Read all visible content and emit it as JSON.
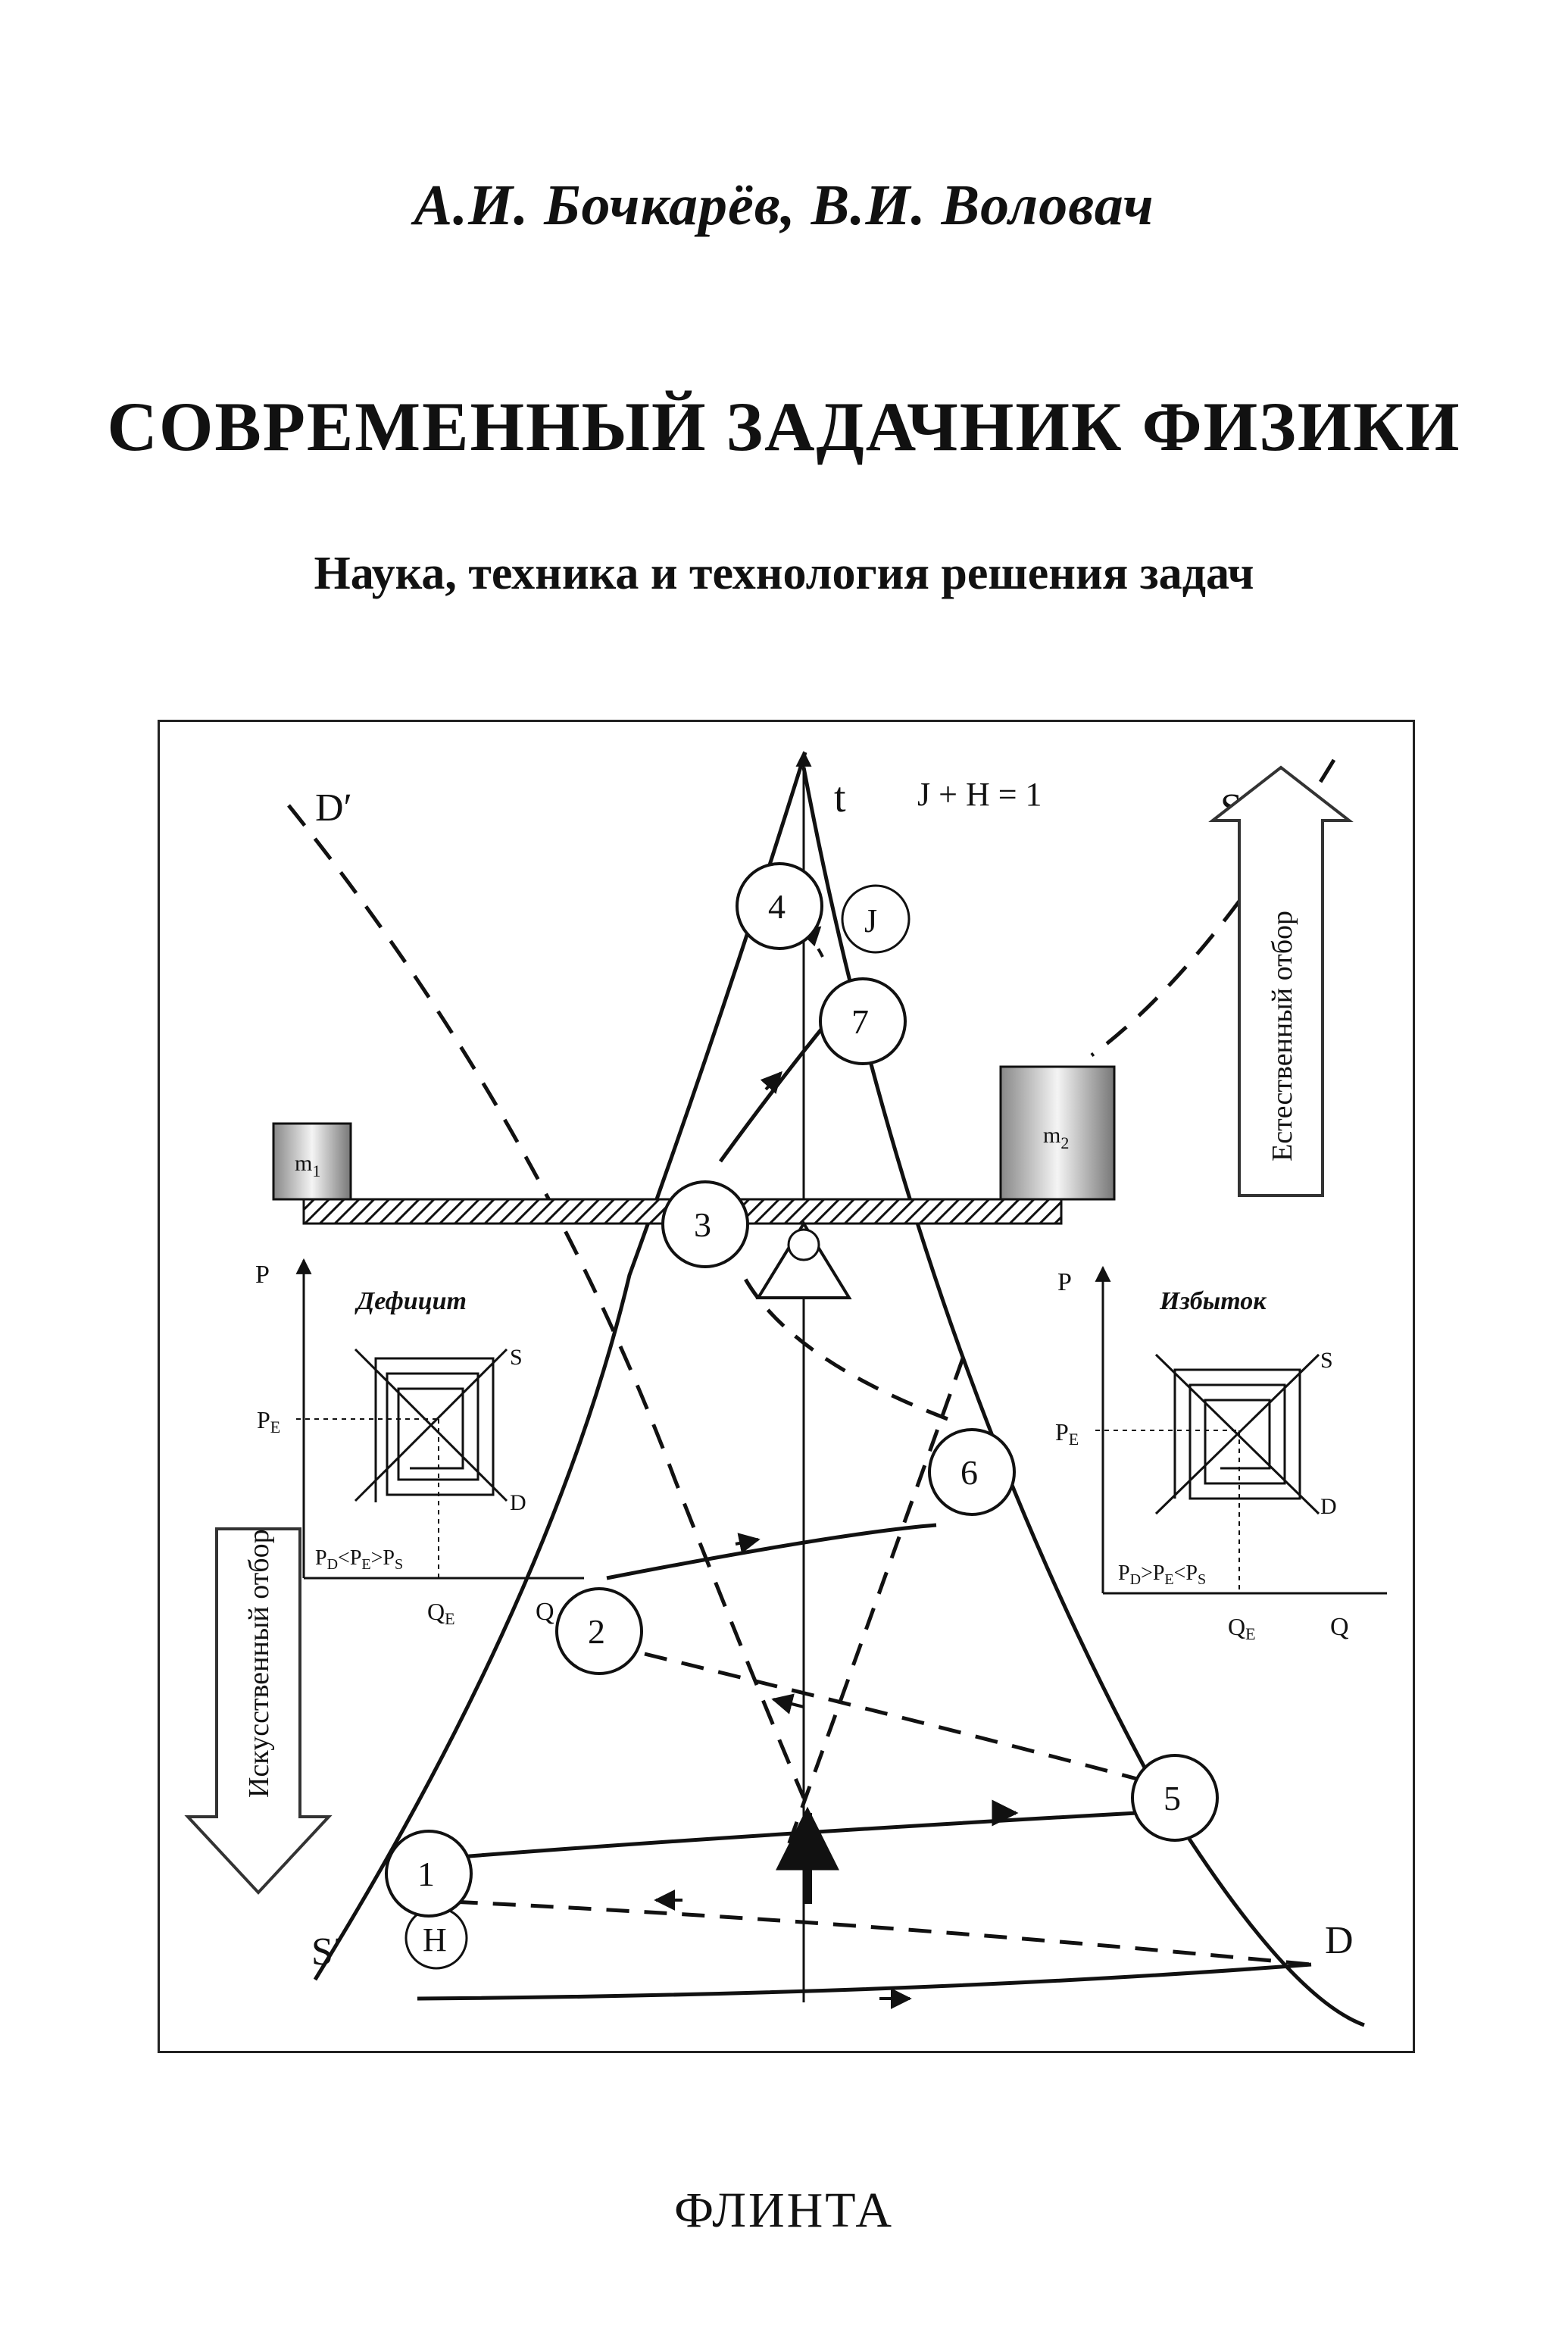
{
  "cover": {
    "authors": "А.И. Бочкарёв, В.И. Воловач",
    "title": "СОВРЕМЕННЫЙ ЗАДАЧНИК ФИЗИКИ",
    "subtitle": "Наука, техника и технология решения задач",
    "publisher": "ФЛИНТА"
  },
  "diagram": {
    "t_axis": "t",
    "formula": "J + H = 1",
    "d_prime": "D′",
    "s_label": "S",
    "s_prime": "S′",
    "d_label": "D",
    "j_label": "J",
    "h_label": "H",
    "mass_left": "m",
    "mass_left_sub": "1",
    "mass_right": "m",
    "mass_right_sub": "2",
    "natural_selection": "Естественный отбор",
    "artificial_selection": "Искусственный отбор",
    "nodes": [
      "1",
      "2",
      "3",
      "4",
      "5",
      "6",
      "7"
    ],
    "left_inset": {
      "title": "Дефицит",
      "p_axis": "P",
      "q_axis": "Q",
      "pe": "P",
      "pe_sub": "E",
      "qe": "Q",
      "qe_sub": "E",
      "s": "S",
      "d": "D",
      "cond_pd": "P",
      "cond_pd_sub": "D",
      "cond_op1": "<",
      "cond_pe": "P",
      "cond_pe_sub": "E",
      "cond_op2": ">",
      "cond_ps": "P",
      "cond_ps_sub": "S"
    },
    "right_inset": {
      "title": "Избыток",
      "p_axis": "P",
      "q_axis": "Q",
      "pe": "P",
      "pe_sub": "E",
      "qe": "Q",
      "qe_sub": "E",
      "s": "S",
      "d": "D",
      "cond_pd": "P",
      "cond_pd_sub": "D",
      "cond_op1": ">",
      "cond_pe": "P",
      "cond_pe_sub": "E",
      "cond_op2": "<",
      "cond_ps": "P",
      "cond_ps_sub": "S"
    }
  }
}
